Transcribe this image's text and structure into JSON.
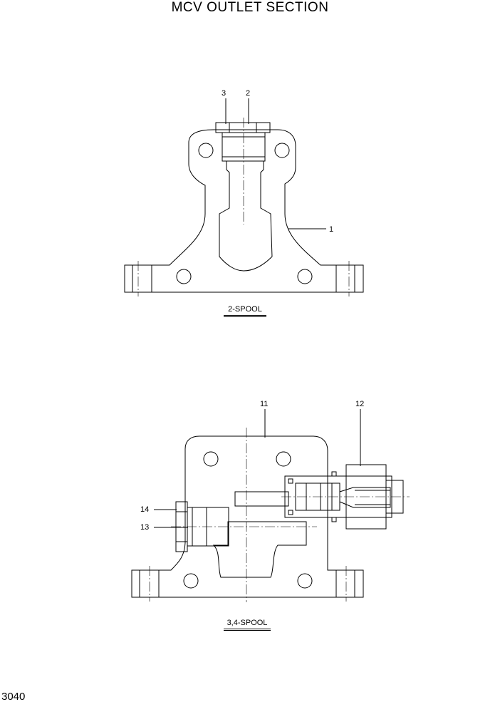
{
  "title": "MCV OUTLET SECTION",
  "page_number": "3040",
  "views": [
    {
      "caption": "2-SPOOL",
      "callouts": [
        "3",
        "2",
        "1"
      ]
    },
    {
      "caption": "3,4-SPOOL",
      "callouts": [
        "11",
        "12",
        "14",
        "13"
      ]
    }
  ]
}
